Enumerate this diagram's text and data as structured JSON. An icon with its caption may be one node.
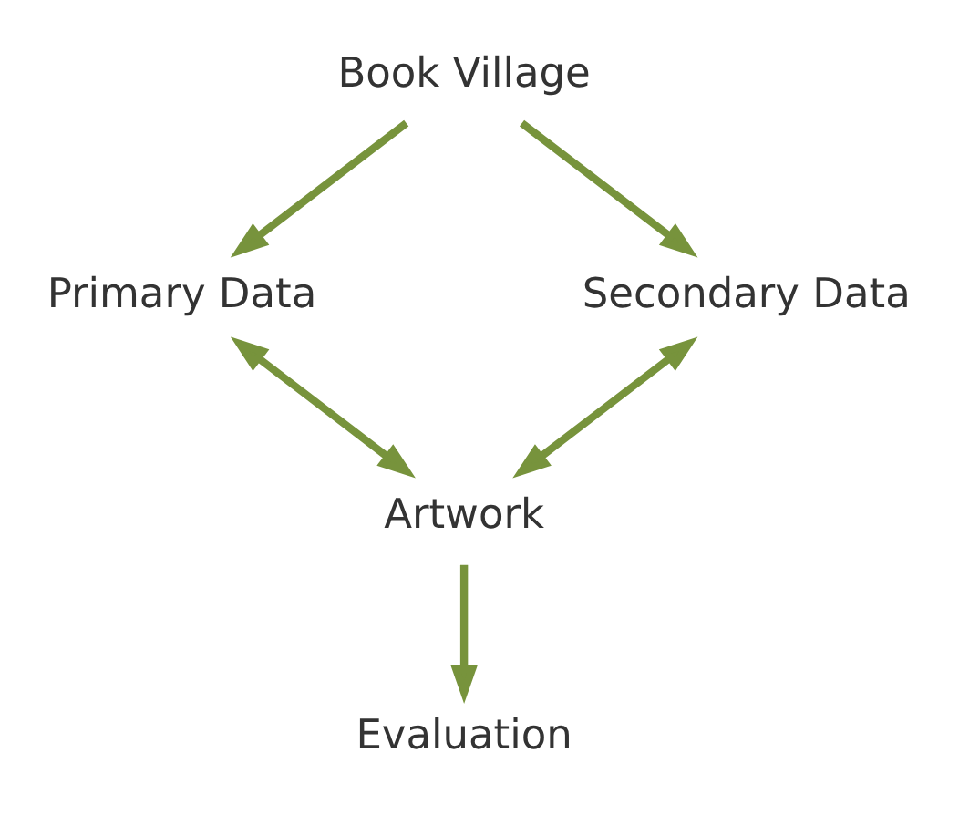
{
  "diagram": {
    "nodes": [
      {
        "text": [
          "Book Village"
        ]
      },
      {
        "text": [
          "Primary Data"
        ]
      },
      {
        "text": [
          "Secondary Data"
        ]
      },
      {
        "text": [
          "Artwork"
        ]
      },
      {
        "text": [
          "Evaluation"
        ]
      }
    ],
    "edges": [
      {
        "from": 0,
        "to": 1,
        "arrow": "to"
      },
      {
        "from": 0,
        "to": 2,
        "arrow": "to"
      },
      {
        "from": 1,
        "to": 3,
        "arrow": "both"
      },
      {
        "from": 2,
        "to": 3,
        "arrow": "both"
      },
      {
        "from": 3,
        "to": 4,
        "arrow": "to"
      }
    ]
  }
}
